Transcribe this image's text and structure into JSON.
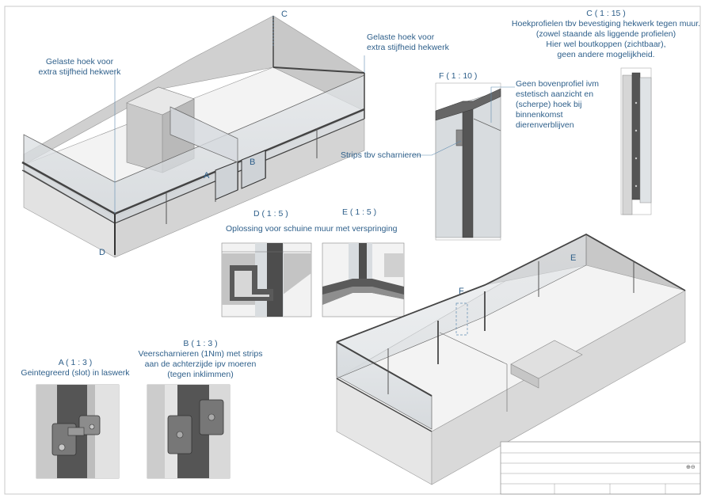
{
  "labels": {
    "hoek_left": [
      "Gelaste hoek voor",
      "extra stijfheid hekwerk"
    ],
    "hoek_right": [
      "Gelaste hoek voor",
      "extra stijfheid hekwerk"
    ],
    "detail_c_title": "C ( 1 : 15 )",
    "detail_c_text": [
      "Hoekprofielen tbv bevestiging hekwerk tegen muur.",
      "(zowel staande als liggende profielen)",
      "Hier wel boutkoppen (zichtbaar),",
      "geen andere mogelijkheid."
    ],
    "detail_f_title": "F ( 1 : 10 )",
    "detail_f_text": [
      "Geen bovenprofiel ivm",
      "estetisch aanzicht en",
      "(scherpe) hoek bij",
      "binnenkomst",
      "dierenverblijven"
    ],
    "strips_label": "Strips tbv scharnieren",
    "detail_d_title": "D ( 1 : 5 )",
    "detail_e_title": "E ( 1 : 5 )",
    "de_caption": "Oplossing voor schuine muur met verspringing",
    "detail_a_title": "A ( 1 : 3 )",
    "detail_a_text": "Geintegreerd (slot) in laswerk",
    "detail_b_title": "B ( 1 : 3 )",
    "detail_b_text": [
      "Veerscharnieren (1Nm) met strips",
      "aan de achterzijde ipv moeren",
      "(tegen inklimmen)"
    ]
  },
  "markers": {
    "A": "A",
    "B": "B",
    "C": "C",
    "D": "D",
    "E": "E",
    "F": "F"
  },
  "title_block": {
    "symbol": "⊕⊖"
  },
  "colors": {
    "annotation": "#2e5f8a",
    "frame": "#4a4a4a",
    "glass": "#d9dde1",
    "wall": "#e4e4e4"
  }
}
